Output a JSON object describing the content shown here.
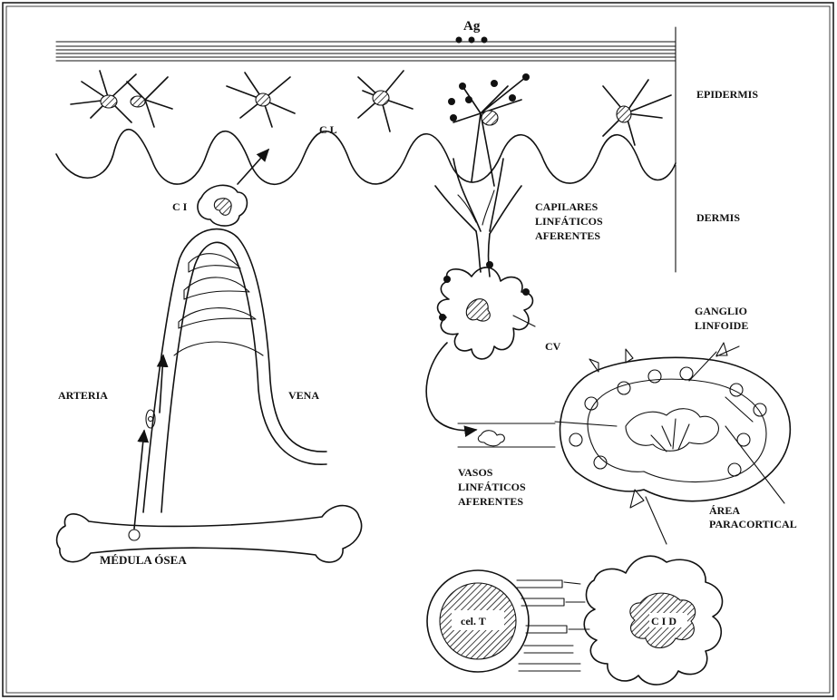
{
  "labels": {
    "antigen": "Ag",
    "epidermis": "EPIDERMIS",
    "dermis": "DERMIS",
    "langerhans_cell": "C L",
    "interstitial_cell": "C I",
    "afferent_lymph_capillaries": [
      "CAPILARES",
      "LINFÁTICOS",
      "AFERENTES"
    ],
    "veiled_cell": "CV",
    "lymph_node": [
      "GANGLIO",
      "LINFOIDE"
    ],
    "artery": "ARTERIA",
    "vein": "VENA",
    "afferent_lymph_vessels": [
      "VASOS",
      "LINFÁTICOS",
      "AFERENTES"
    ],
    "paracortical_area": [
      "ÁREA",
      "PARACORTICAL"
    ],
    "bone_marrow": "MÉDULA ÓSEA",
    "t_cell": "cel. T",
    "interdigitating_cell": "C I D"
  }
}
